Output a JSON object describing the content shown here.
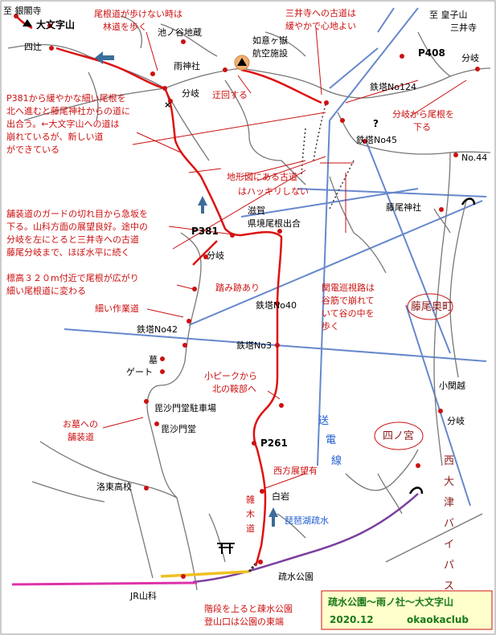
{
  "title_box": {
    "line1": "疏水公園～雨ノ社～大文字山",
    "date": "2020.12",
    "club": "okaokaclub"
  },
  "places": {
    "ginkakuji": "至 銀閣寺",
    "daimonjiyama": "大文字山",
    "shitsuji": "四辻",
    "ikenoya": "池ノ谷地蔵",
    "nyoigatake": "如意ヶ嶽",
    "kokusen": "航空施設",
    "amejinja": "雨神社",
    "bunki1": "分岐",
    "ukai": "迂回する",
    "oujiyama": "至 皇子山",
    "miidera": "三井寺",
    "p408": "P408",
    "bunki2": "分岐",
    "tetto124": "鉄塔No124",
    "tetto45": "鉄塔No45",
    "no44": "No.44",
    "fujio_jinja": "藤尾神社",
    "p381": "P381",
    "shiga": "滋賀",
    "kenkyo": "県境尾根出合",
    "bunki3": "分岐",
    "fumiato": "踏み跡あり",
    "tetto40": "鉄塔No40",
    "hosoi": "細い作業道",
    "tetto42": "鉄塔No42",
    "tetto3": "鉄塔No3",
    "haka": "墓",
    "gate": "ゲート",
    "bishamon_parking": "毘沙門堂駐車場",
    "ohaka": "お墓への",
    "hosodo": "舗装道",
    "bishamondo": "毘沙門堂",
    "p261": "P261",
    "seiho": "西方展望有",
    "rakuto": "洛東高校",
    "shiraiwa": "白岩",
    "zouki1": "雑",
    "zouki2": "木",
    "zouki3": "道",
    "biwako": "琵琶湖疏水",
    "sosui_koen": "疏水公園",
    "jr": "JR山科",
    "kosekigoe": "小関越",
    "bunki4": "分岐",
    "fujio_okumachi": "藤尾奥町",
    "shinomiya": "四ノ宮",
    "nishi_otsu": "西大津バイパス",
    "souden": "送電線",
    "question": "?"
  },
  "notes": {
    "n1a": "尾根道が歩けない時は",
    "n1b": "林道を歩く",
    "n2a": "三井寺への古道は",
    "n2b": "緩やかで心地よい",
    "n3a": "P381から緩やかな細い尾根を",
    "n3b": "北へ進むと藤尾神社からの道に",
    "n3c": "出合う。←大文字山への道は",
    "n3d": "崩れているが、新しい道",
    "n3e": "ができている",
    "n4a": "分岐から尾根を",
    "n4b": "下る",
    "n5a": "地形図にある古道",
    "n5b": "はハッキリしない",
    "n6a": "舗装道のガードの切れ目から急坂を",
    "n6b": "下る。山科方面の展望良好。途中の",
    "n6c": "分岐を左にとると三井寺への古道",
    "n6d": "藤尾分岐まで、ほぼ水平に続く",
    "n7a": "標高３２０m付近で尾根が広がり",
    "n7b": "細い尾根道に変わる",
    "n8a": "関電巡視路は",
    "n8b": "谷筋で崩れて",
    "n8c": "いて谷の中を",
    "n8d": "歩く",
    "n9a": "小ピークから",
    "n9b": "北の鞍部へ",
    "n10a": "階段を上ると疎水公園",
    "n10b": "登山口は公園の東端"
  },
  "colors": {
    "route": "#dd1111",
    "road": "#777777",
    "powerline": "#6688cc",
    "canal": "#7b3f9e",
    "rail": "#dd33aa",
    "yellow_path": "#f0c020",
    "title_box_bg": "#ffffcc"
  }
}
